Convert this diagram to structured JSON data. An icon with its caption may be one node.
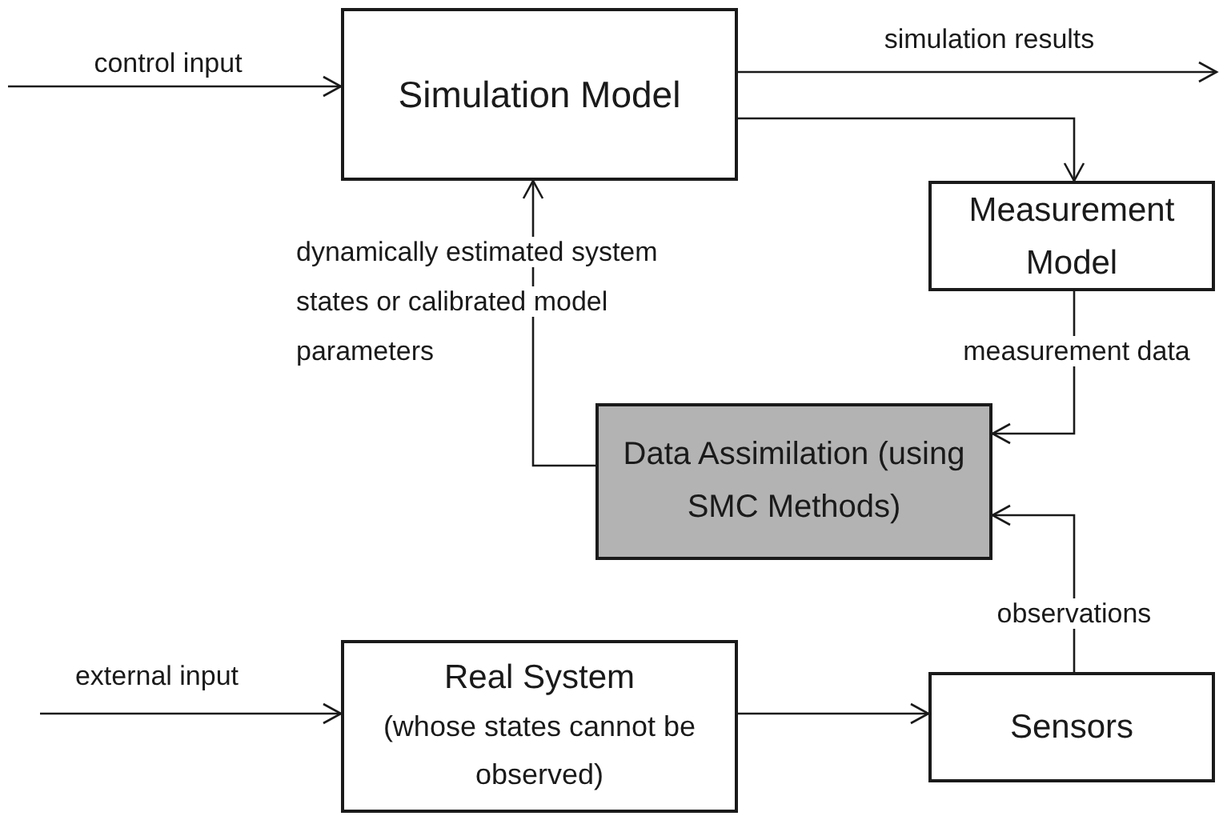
{
  "diagram": {
    "nodes": [
      {
        "text": [
          "Simulation Model"
        ]
      },
      {
        "text": [
          "Measurement Model"
        ]
      },
      {
        "text": [
          "Data Assimilation (using SMC Methods)"
        ]
      },
      {
        "text": [
          "Real System",
          "(whose states cannot be observed)"
        ]
      },
      {
        "text": [
          "Sensors"
        ]
      }
    ],
    "edges": [
      {
        "from": null,
        "to": 0,
        "arrow": "to",
        "label": "control input"
      },
      {
        "from": 0,
        "to": null,
        "arrow": "to",
        "label": "simulation results"
      },
      {
        "from": 0,
        "to": 1,
        "arrow": "to"
      },
      {
        "from": 1,
        "to": 2,
        "arrow": "to",
        "label": "measurement data"
      },
      {
        "from": 2,
        "to": 0,
        "arrow": "to",
        "label": "dynamically estimated system states or calibrated model parameters"
      },
      {
        "from": 4,
        "to": 2,
        "arrow": "to",
        "label": "observations"
      },
      {
        "from": null,
        "to": 3,
        "arrow": "to",
        "label": "external input"
      },
      {
        "from": 3,
        "to": 4,
        "arrow": "to"
      }
    ]
  }
}
